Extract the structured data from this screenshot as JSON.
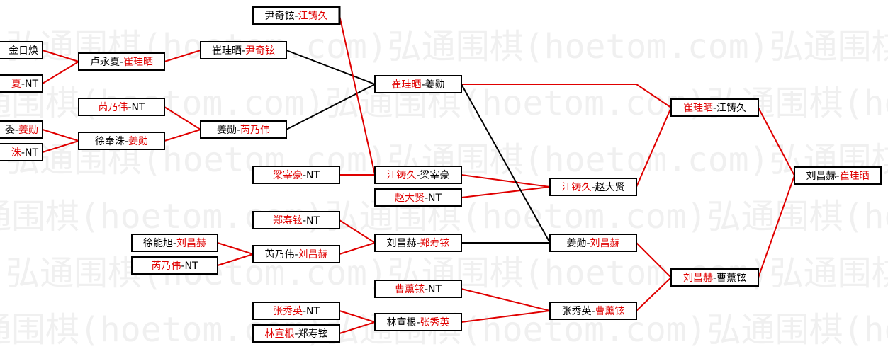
{
  "watermark": {
    "text": "弘通围棋(hoetom.com)",
    "color": "#f0f0f0"
  },
  "colors": {
    "red": "#e00000",
    "black": "#000000"
  },
  "matches": [
    {
      "id": "r1a",
      "a": "金日焕",
      "a_red": false,
      "b": "",
      "b_red": false
    },
    {
      "id": "r1b",
      "a": "夏",
      "a_red": true,
      "b": "NT",
      "b_red": false
    },
    {
      "id": "r1c",
      "a": "委",
      "a_red": false,
      "b": "姜勋",
      "b_red": true
    },
    {
      "id": "r1d",
      "a": "洙",
      "a_red": true,
      "b": "NT",
      "b_red": false
    },
    {
      "id": "r1e",
      "a": "徐能旭",
      "a_red": false,
      "b": "刘昌赫",
      "b_red": true
    },
    {
      "id": "r1f",
      "a": "芮乃伟",
      "a_red": true,
      "b": "NT",
      "b_red": false
    },
    {
      "id": "r2a",
      "a": "卢永夏",
      "a_red": false,
      "b": "崔珪晒",
      "b_red": true
    },
    {
      "id": "r2b",
      "a": "芮乃伟",
      "a_red": true,
      "b": "NT",
      "b_red": false
    },
    {
      "id": "r2c",
      "a": "徐奉洙",
      "a_red": false,
      "b": "姜勋",
      "b_red": true
    },
    {
      "id": "r3a",
      "a": "尹奇铉",
      "a_red": false,
      "b": "江铸久",
      "b_red": true
    },
    {
      "id": "r3b",
      "a": "崔珪晒",
      "a_red": false,
      "b": "尹奇铉",
      "b_red": true
    },
    {
      "id": "r3c",
      "a": "姜勋",
      "a_red": false,
      "b": "芮乃伟",
      "b_red": true
    },
    {
      "id": "r3d",
      "a": "梁宰豪",
      "a_red": true,
      "b": "NT",
      "b_red": false
    },
    {
      "id": "r3e",
      "a": "郑寿铉",
      "a_red": true,
      "b": "NT",
      "b_red": false
    },
    {
      "id": "r3f",
      "a": "芮乃伟",
      "a_red": false,
      "b": "刘昌赫",
      "b_red": true
    },
    {
      "id": "r3g",
      "a": "张秀英",
      "a_red": true,
      "b": "NT",
      "b_red": false
    },
    {
      "id": "r3h",
      "a": "林宣根",
      "a_red": true,
      "b": "郑寿铉",
      "b_red": false
    },
    {
      "id": "r4a",
      "a": "崔珪晒",
      "a_red": true,
      "b": "姜勋",
      "b_red": false
    },
    {
      "id": "r4b",
      "a": "江铸久",
      "a_red": true,
      "b": "梁宰豪",
      "b_red": false
    },
    {
      "id": "r4c",
      "a": "赵大贤",
      "a_red": true,
      "b": "NT",
      "b_red": false
    },
    {
      "id": "r4d",
      "a": "刘昌赫",
      "a_red": false,
      "b": "郑寿铉",
      "b_red": true
    },
    {
      "id": "r4e",
      "a": "曹薰铉",
      "a_red": true,
      "b": "NT",
      "b_red": false
    },
    {
      "id": "r4f",
      "a": "林宣根",
      "a_red": false,
      "b": "张秀英",
      "b_red": true
    },
    {
      "id": "r5a",
      "a": "江铸久",
      "a_red": true,
      "b": "赵大贤",
      "b_red": false
    },
    {
      "id": "r5b",
      "a": "姜勋",
      "a_red": false,
      "b": "刘昌赫",
      "b_red": true
    },
    {
      "id": "r5c",
      "a": "张秀英",
      "a_red": false,
      "b": "曹薰铉",
      "b_red": true
    },
    {
      "id": "r6a",
      "a": "崔珪晒",
      "a_red": true,
      "b": "江铸久",
      "b_red": false
    },
    {
      "id": "r6b",
      "a": "刘昌赫",
      "a_red": true,
      "b": "曹薰铉",
      "b_red": false
    },
    {
      "id": "final",
      "a": "刘昌赫",
      "a_red": false,
      "b": "崔珪晒",
      "b_red": true
    }
  ]
}
